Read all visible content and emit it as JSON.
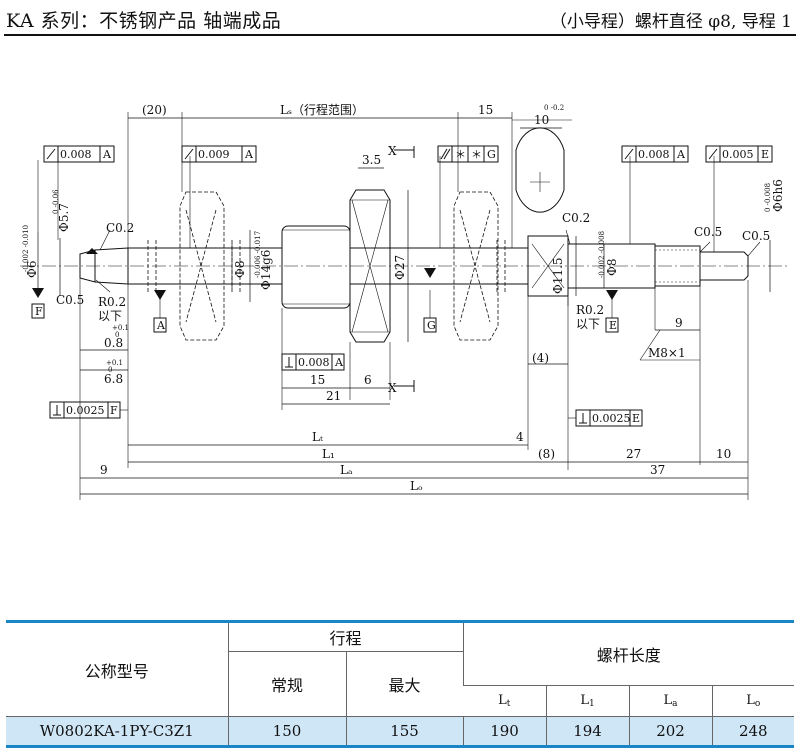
{
  "header": {
    "left": "KA 系列：不锈钢产品 轴端成品",
    "right": "（小导程）螺杆直径 φ8, 导程 1"
  },
  "drawing": {
    "dim_20": "(20)",
    "dim_ls": "Lₛ（行程范围）",
    "dim_15_top": "15",
    "dim_10_top": "10",
    "tol_10": "0\n-0.2",
    "dim_35": "3.5",
    "gtol_008_a_left": "0.008",
    "datum_a": "A",
    "gtol_009": "0.009",
    "gtol_star": "＊",
    "datum_g": "G",
    "gtol_008_a_right": "0.008",
    "gtol_0005": "0.005",
    "datum_e": "E",
    "datum_f": "F",
    "x_mark": "X",
    "phi57": "Φ5.7",
    "phi6": "Φ6",
    "c02_left": "C0.2",
    "c05_left": "C0.5",
    "phi8_left": "Φ8",
    "phi14g6": "Φ14g6",
    "phi27": "Φ27",
    "phi115": "Φ11.5",
    "phi8_right": "Φ8",
    "c02_right": "C0.2",
    "c05_right_1": "C0.5",
    "c05_right_2": "C0.5",
    "phi6h6": "Φ6h6",
    "r02_left": "R0.2",
    "ixia_left": "以下",
    "dim_08": "0.8",
    "dim_68": "6.8",
    "tol_01": "+0.1",
    "tol_0": "0",
    "r02_right": "R0.2",
    "ixia_right": "以下",
    "dim_9_right": "9",
    "m8": "M8×1",
    "dim_4_paren": "(4)",
    "perp_008": "0.008",
    "dim_15_bottom": "15",
    "dim_6": "6",
    "dim_21": "21",
    "perp_0025_f": "0.0025",
    "perp_0025_e": "0.0025",
    "lt": "Lₜ",
    "dim_4": "4",
    "l1": "L₁",
    "dim_8_paren": "(8)",
    "dim_27": "27",
    "dim_10_bottom": "10",
    "dim_9_left": "9",
    "la": "Lₐ",
    "dim_37": "37",
    "lo": "Lₒ",
    "tol_phi6": "-0.002\n-0.010",
    "tol_phi57": "0\n-0.06",
    "tol_phi14": "-0.006\n-0.017",
    "tol_phi8": "-0.002\n-0.008",
    "tol_phi6h6": "0\n-0.008"
  },
  "table": {
    "model_header": "公称型号",
    "stroke_header": "行程",
    "stroke_normal": "常规",
    "stroke_max": "最大",
    "length_header": "螺杆长度",
    "lt": "L",
    "lt_sub": "t",
    "l1": "L",
    "l1_sub": "1",
    "la": "L",
    "la_sub": "a",
    "lo": "L",
    "lo_sub": "o",
    "row": {
      "model": "W0802KA-1PY-C3Z1",
      "normal": "150",
      "max": "155",
      "lt": "190",
      "l1": "194",
      "la": "202",
      "lo": "248"
    }
  }
}
